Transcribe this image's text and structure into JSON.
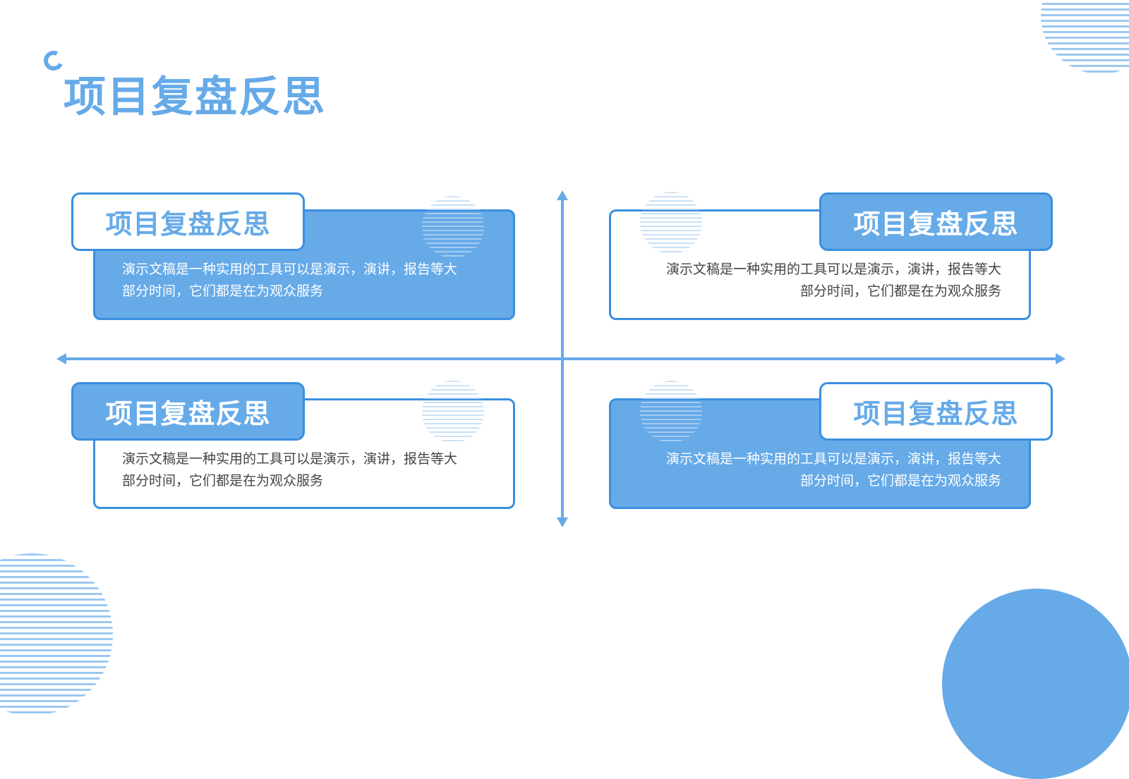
{
  "title": "项目复盘反思",
  "colors": {
    "accent": "#66aae8",
    "border": "#3a8fe0",
    "text": "#444444"
  },
  "cards": [
    {
      "heading": "项目复盘反思",
      "line1": "演示文稿是一种实用的工具可以是演示，演讲，报告等大",
      "line2": "部分时间，它们都是在为观众服务"
    },
    {
      "heading": "项目复盘反思",
      "line1": "演示文稿是一种实用的工具可以是演示，演讲，报告等大",
      "line2": "部分时间，它们都是在为观众服务"
    },
    {
      "heading": "项目复盘反思",
      "line1": "演示文稿是一种实用的工具可以是演示，演讲，报告等大",
      "line2": "部分时间，它们都是在为观众服务"
    },
    {
      "heading": "项目复盘反思",
      "line1": "演示文稿是一种实用的工具可以是演示，演讲，报告等大",
      "line2": "部分时间，它们都是在为观众服务"
    }
  ]
}
